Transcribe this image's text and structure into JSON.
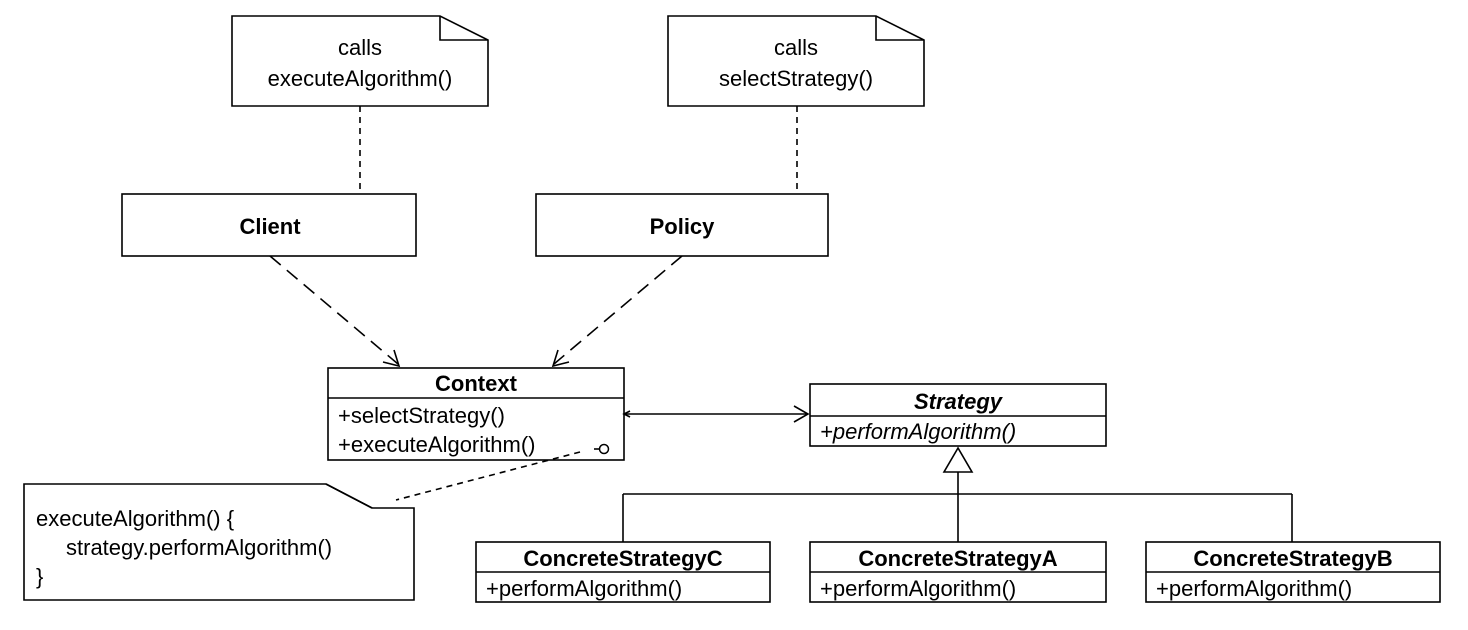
{
  "notes": {
    "client_note": {
      "line1": "calls",
      "line2": "executeAlgorithm()"
    },
    "policy_note": {
      "line1": "calls",
      "line2": "selectStrategy()"
    },
    "code_note": {
      "line1": "executeAlgorithm() {",
      "line2": "strategy.performAlgorithm()",
      "line3": "}"
    }
  },
  "classes": {
    "client": {
      "name": "Client"
    },
    "policy": {
      "name": "Policy"
    },
    "context": {
      "name": "Context",
      "methods": [
        "+selectStrategy()",
        "+executeAlgorithm()"
      ]
    },
    "strategy": {
      "name": "Strategy",
      "methods": [
        "+performAlgorithm()"
      ]
    },
    "concrete_c": {
      "name": "ConcreteStrategyC",
      "methods": [
        "+performAlgorithm()"
      ]
    },
    "concrete_a": {
      "name": "ConcreteStrategyA",
      "methods": [
        "+performAlgorithm()"
      ]
    },
    "concrete_b": {
      "name": "ConcreteStrategyB",
      "methods": [
        "+performAlgorithm()"
      ]
    }
  }
}
